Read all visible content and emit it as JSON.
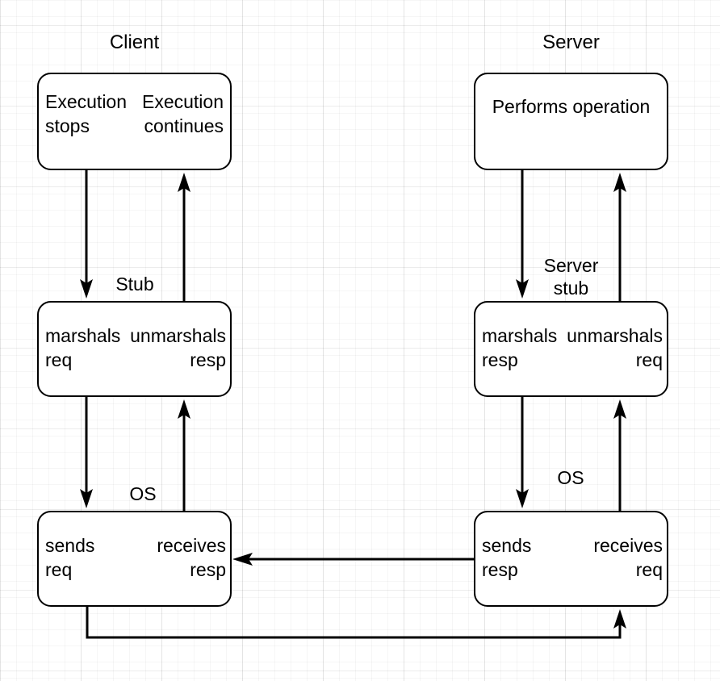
{
  "diagram": {
    "title_client": "Client",
    "title_server": "Server",
    "columns": {
      "client": {
        "label": "Client"
      },
      "server": {
        "label": "Server"
      }
    },
    "nodes": {
      "client_app": {
        "left_label": "Execution\nstops",
        "right_label": "Execution\ncontinues"
      },
      "server_app": {
        "center_label": "Performs\noperation"
      },
      "client_stub": {
        "left_label": "marshals\nreq",
        "right_label": "unmarshals\nresp"
      },
      "server_stub": {
        "left_label": "marshals\nresp",
        "right_label": "unmarshals\nreq"
      },
      "client_os": {
        "left_label": "sends\nreq",
        "right_label": "receives\nresp"
      },
      "server_os": {
        "left_label": "sends\nresp",
        "right_label": "receives\nreq"
      }
    },
    "edge_labels": {
      "client_stub": "Stub",
      "server_stub": "Server\nstub",
      "client_os": "OS",
      "server_os": "OS"
    },
    "colors": {
      "stroke": "#000000",
      "fill": "#ffffff",
      "grid_minor": "#f2f2f2",
      "grid_major": "#e6e6e6"
    }
  }
}
